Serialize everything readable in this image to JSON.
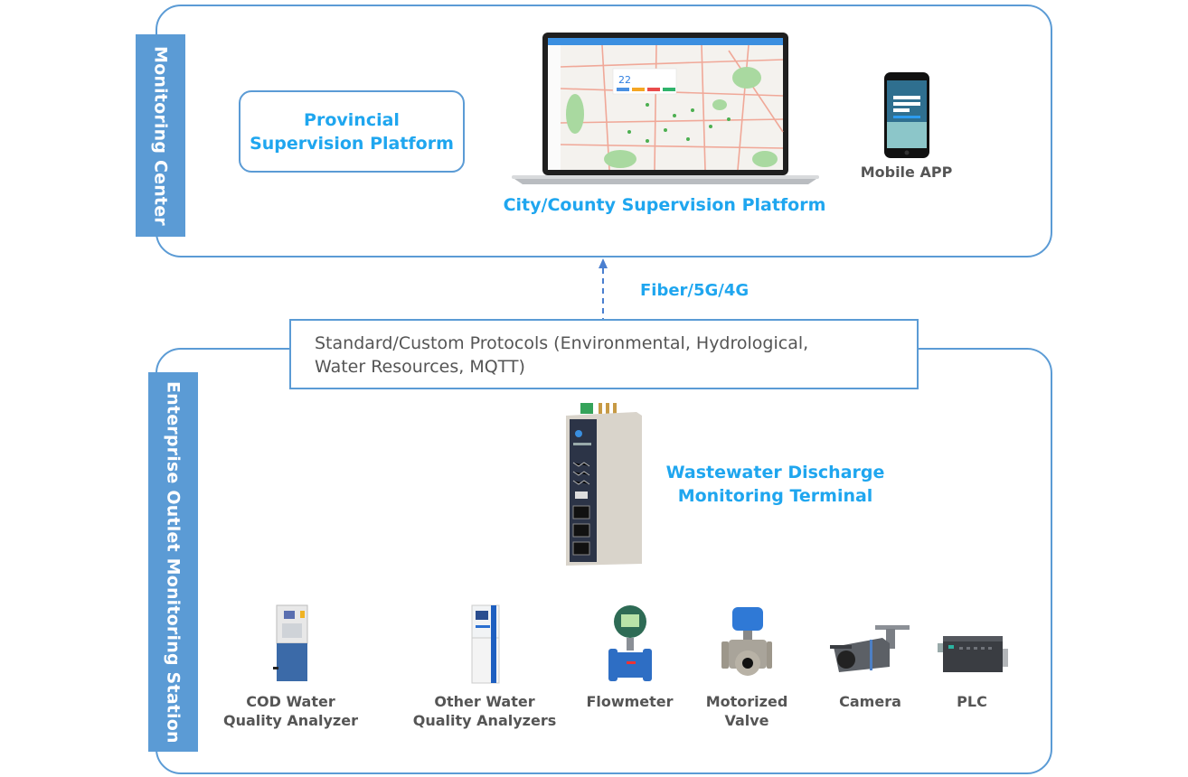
{
  "monitoring_center": {
    "section_label": "Monitoring Center",
    "provincial_platform": {
      "line1": "Provincial",
      "line2": "Supervision Platform"
    },
    "city_platform_label": "City/County Supervision Platform",
    "laptop_screen": {
      "popup_value": "22"
    },
    "mobile_app_label": "Mobile APP"
  },
  "link": {
    "network_label": "Fiber/5G/4G",
    "protocols": {
      "line1": "Standard/Custom Protocols (Environmental, Hydrological,",
      "line2": "Water Resources, MQTT)"
    }
  },
  "enterprise_station": {
    "section_label": "Enterprise Outlet Monitoring Station",
    "terminal": {
      "line1": "Wastewater Discharge",
      "line2": "Monitoring Terminal"
    },
    "devices": [
      {
        "line1": "COD Water",
        "line2": "Quality Analyzer",
        "icon": "cod-analyzer-icon"
      },
      {
        "line1": "Other Water",
        "line2": "Quality Analyzers",
        "icon": "water-analyzer-icon"
      },
      {
        "line1": "Flowmeter",
        "line2": "",
        "icon": "flowmeter-icon"
      },
      {
        "line1": "Motorized",
        "line2": "Valve",
        "icon": "motorized-valve-icon"
      },
      {
        "line1": "Camera",
        "line2": "",
        "icon": "camera-icon"
      },
      {
        "line1": "PLC",
        "line2": "",
        "icon": "plc-icon"
      }
    ]
  },
  "colors": {
    "accent": "#1fa6ef",
    "frame": "#5b9bd5",
    "text": "#555555"
  }
}
